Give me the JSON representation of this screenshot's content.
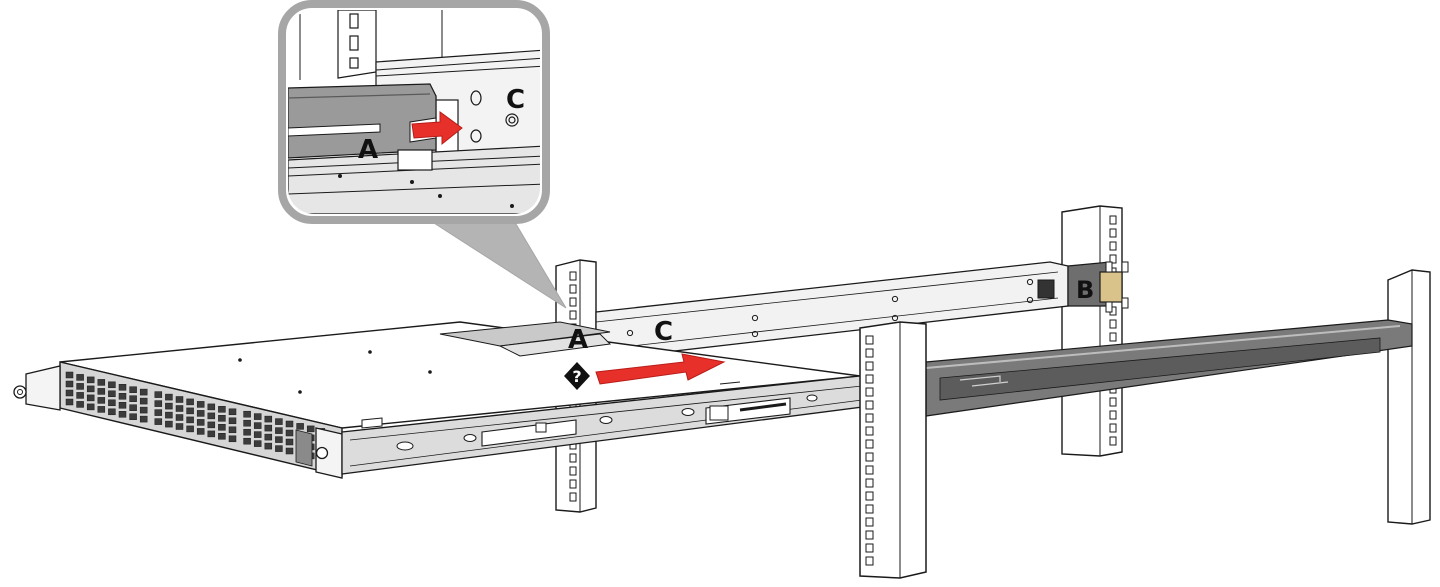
{
  "figure": {
    "colors": {
      "line": "#1a1a1a",
      "metal_light": "#ececec",
      "metal_mid": "#c9c9c9",
      "metal_dark": "#8c8c8c",
      "rail_dark": "#6f6f6f",
      "zoom_border": "#a6a6a6",
      "arrow_red": "#e8302a",
      "bracket_gold": "#d9c38a",
      "step_badge": "#111111"
    },
    "callout": {
      "label_a": "A",
      "label_c": "C"
    },
    "main": {
      "label_a": "A",
      "label_b": "B",
      "label_c": "C",
      "step_badge_text": "?"
    },
    "icons": {
      "slide_arrow_zoom": "right-arrow-icon",
      "slide_arrow_main": "right-arrow-icon",
      "step_marker": "diamond-step-icon"
    }
  }
}
